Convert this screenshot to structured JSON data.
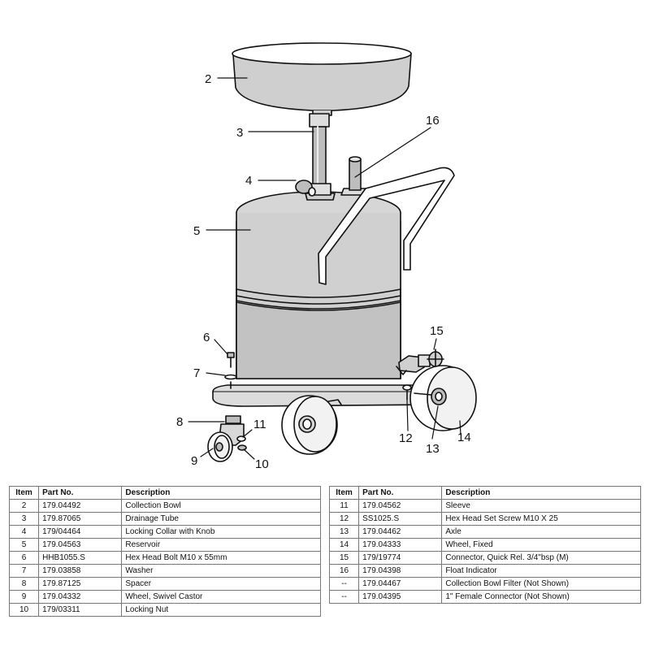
{
  "diagram": {
    "callouts": [
      "2",
      "3",
      "16",
      "4",
      "5",
      "6",
      "7",
      "15",
      "8",
      "11",
      "9",
      "10",
      "12",
      "13",
      "14"
    ]
  },
  "tables": {
    "headers": {
      "item": "Item",
      "part_no": "Part No.",
      "description": "Description"
    },
    "left": [
      {
        "item": "2",
        "part_no": "179.04492",
        "description": "Collection Bowl"
      },
      {
        "item": "3",
        "part_no": "179.87065",
        "description": "Drainage Tube"
      },
      {
        "item": "4",
        "part_no": "179/04464",
        "description": "Locking Collar with Knob"
      },
      {
        "item": "5",
        "part_no": "179.04563",
        "description": "Reservoir"
      },
      {
        "item": "6",
        "part_no": "HHB1055.S",
        "description": "Hex Head Bolt M10 x 55mm"
      },
      {
        "item": "7",
        "part_no": "179.03858",
        "description": "Washer"
      },
      {
        "item": "8",
        "part_no": "179.87125",
        "description": "Spacer"
      },
      {
        "item": "9",
        "part_no": "179.04332",
        "description": "Wheel, Swivel Castor"
      },
      {
        "item": "10",
        "part_no": "179/03311",
        "description": "Locking Nut"
      }
    ],
    "right": [
      {
        "item": "11",
        "part_no": "179.04562",
        "description": "Sleeve"
      },
      {
        "item": "12",
        "part_no": "SS1025.S",
        "description": "Hex Head Set Screw M10 X 25"
      },
      {
        "item": "13",
        "part_no": "179.04462",
        "description": "Axle"
      },
      {
        "item": "14",
        "part_no": "179.04333",
        "description": "Wheel, Fixed"
      },
      {
        "item": "15",
        "part_no": "179/19774",
        "description": "Connector, Quick Rel. 3/4\"bsp (M)"
      },
      {
        "item": "16",
        "part_no": "179.04398",
        "description": "Float Indicator"
      },
      {
        "item": "--",
        "part_no": "179.04467",
        "description": "Collection Bowl Filter (Not Shown)"
      },
      {
        "item": "--",
        "part_no": "179.04395",
        "description": "1\" Female Connector (Not Shown)"
      }
    ]
  }
}
